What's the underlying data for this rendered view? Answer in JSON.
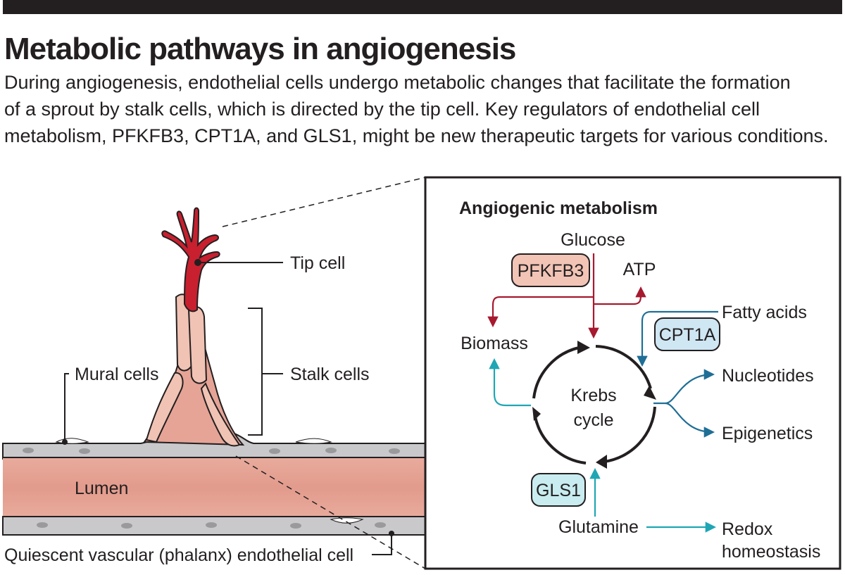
{
  "header": {
    "title": "Metabolic pathways in angiogenesis",
    "subtitle_lines": [
      "During angiogenesis, endothelial cells undergo metabolic changes that facilitate the formation",
      "of a sprout by stalk cells, which is directed by the tip cell. Key regulators of endothelial cell",
      "metabolism, PFKFB3, CPT1A, and GLS1, might be new therapeutic targets for various conditions."
    ]
  },
  "vessel": {
    "labels": {
      "tip_cell": "Tip cell",
      "stalk_cells": "Stalk cells",
      "mural_cells": "Mural cells",
      "lumen": "Lumen",
      "quiescent": "Quiescent vascular (phalanx) endothelial cell"
    }
  },
  "inset": {
    "title": "Angiogenic metabolism",
    "cycle": [
      "Krebs",
      "cycle"
    ],
    "nodes": {
      "glucose": "Glucose",
      "atp": "ATP",
      "biomass": "Biomass",
      "fatty_acids": "Fatty acids",
      "nucleotides": "Nucleotides",
      "epigenetics": "Epigenetics",
      "glutamine": "Glutamine",
      "redox": [
        "Redox",
        "homeostasis"
      ]
    },
    "enzymes": {
      "pfkfb3": "PFKFB3",
      "cpt1a": "CPT1A",
      "gls1": "GLS1"
    }
  },
  "colors": {
    "ink": "#231f20",
    "tip_red": "#c8202f",
    "glycolysis_red": "#a6192e",
    "pfkfb3_fill": "#f2c4b6",
    "fatty_blue": "#1f6e96",
    "cpt1a_fill": "#cfe6f3",
    "glutamine_teal": "#1fa6b4",
    "gls1_fill": "#c8ecef",
    "lumen_pink": "#e6a496",
    "endothelium_gray": "#c9c9cb"
  }
}
